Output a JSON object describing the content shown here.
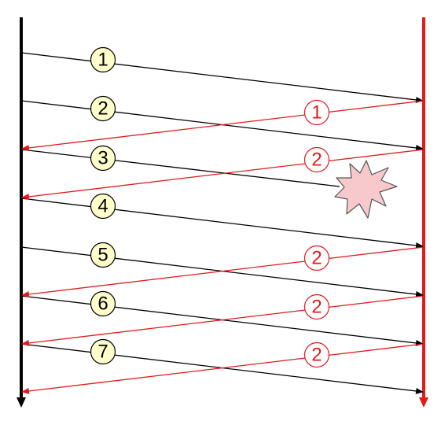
{
  "colors": {
    "sender_line": "#000000",
    "receiver_line": "#e31b1b",
    "data_arrow": "#000000",
    "ack_arrow": "#e31b1b",
    "data_label_fill": "#ffffcc",
    "ack_label_fill": "#ffffff",
    "ack_label_text": "#e31b1b",
    "loss_fill": "#f7c8cc",
    "loss_stroke": "#555555"
  },
  "data_packets": [
    {
      "label": "1"
    },
    {
      "label": "2"
    },
    {
      "label": "3",
      "lost": true
    },
    {
      "label": "4"
    },
    {
      "label": "5"
    },
    {
      "label": "6"
    },
    {
      "label": "7"
    }
  ],
  "ack_packets": [
    {
      "label": "1"
    },
    {
      "label": "2"
    },
    {
      "label": "2"
    },
    {
      "label": "2"
    },
    {
      "label": "2"
    }
  ],
  "loss_marker_icon": "explosion-icon"
}
